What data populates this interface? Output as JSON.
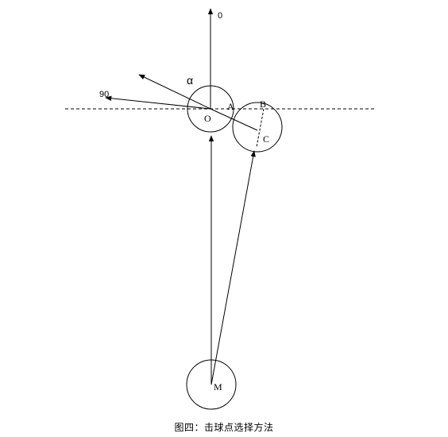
{
  "labels": {
    "zero": "0",
    "ninety": "90",
    "alpha": "α",
    "A": "A",
    "B": "B",
    "O": "O",
    "C": "C",
    "M": "M"
  },
  "caption": "图四：击球点选择方法",
  "colors": {
    "stroke": "#000000",
    "background": "#ffffff"
  }
}
